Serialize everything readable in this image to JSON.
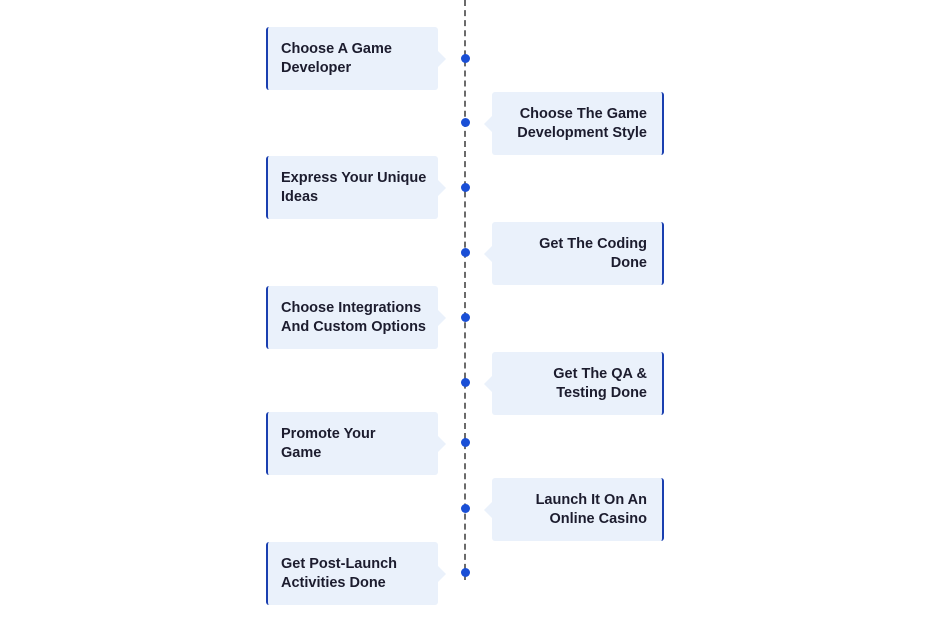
{
  "steps": [
    {
      "line1": "Choose A Game",
      "line2": "Developer"
    },
    {
      "line1": "Choose The Game",
      "line2": "Development Style"
    },
    {
      "line1": "Express Your Unique",
      "line2": "Ideas"
    },
    {
      "line1": "Get The Coding",
      "line2": "Done"
    },
    {
      "line1": "Choose Integrations",
      "line2": "And Custom Options"
    },
    {
      "line1": "Get The QA &",
      "line2": "Testing Done"
    },
    {
      "line1": "Promote Your",
      "line2": "Game"
    },
    {
      "line1": "Launch It On An",
      "line2": "Online Casino"
    },
    {
      "line1": "Get Post-Launch",
      "line2": "Activities Done"
    }
  ],
  "colors": {
    "card_background": "#eaf1fb",
    "accent": "#1a3fb0",
    "dot": "#1a4fd6",
    "line": "#6b6b6b",
    "text": "#1c1c2e"
  }
}
